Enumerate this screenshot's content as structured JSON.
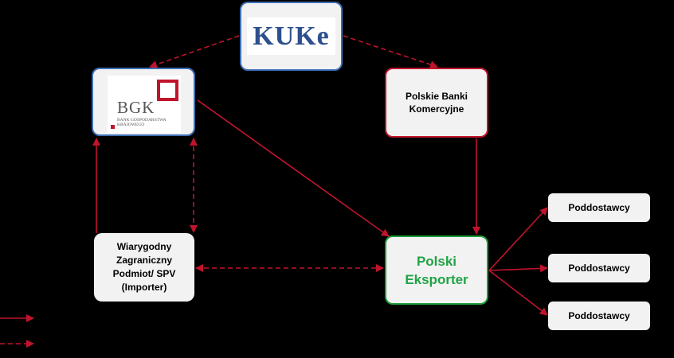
{
  "nodes": {
    "kuke": {
      "logo_text": "KUKe"
    },
    "bgk": {
      "logo_text": "BGK",
      "logo_subtext": "BANK GOSPODARSTWA KRAJOWEGO"
    },
    "banks": {
      "label": "Polskie Banki Komercyjne"
    },
    "importer": {
      "lines": [
        "Wiarygodny",
        "Zagraniczny",
        "Podmiot/ SPV",
        "(Importer)"
      ]
    },
    "exporter": {
      "lines": [
        "Polski",
        "Eksporter"
      ]
    },
    "suppliers": [
      "Poddostawcy",
      "Poddostawcy",
      "Poddostawcy"
    ]
  },
  "colors": {
    "arrow": "#c0142c",
    "kuke_border": "#3d6fb6",
    "banks_border": "#c0142c",
    "exporter_border": "#1f9e3a",
    "exporter_text": "#21a345",
    "box_fill": "#f2f2f2",
    "background": "#000000"
  }
}
